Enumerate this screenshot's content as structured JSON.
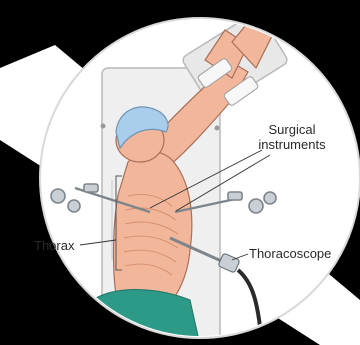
{
  "labels": {
    "surgical_instruments_line1": "Surgical",
    "surgical_instruments_line2": "instruments",
    "thorax": "Thorax",
    "thoracoscope": "Thoracoscope"
  },
  "colors": {
    "background": "#000000",
    "circle": "#ffffff",
    "skin": "#f2b79a",
    "cap": "#a9cdea",
    "drape": "#2c9a86",
    "table": "#eeeeee",
    "instrument": "#9aa3ab"
  }
}
